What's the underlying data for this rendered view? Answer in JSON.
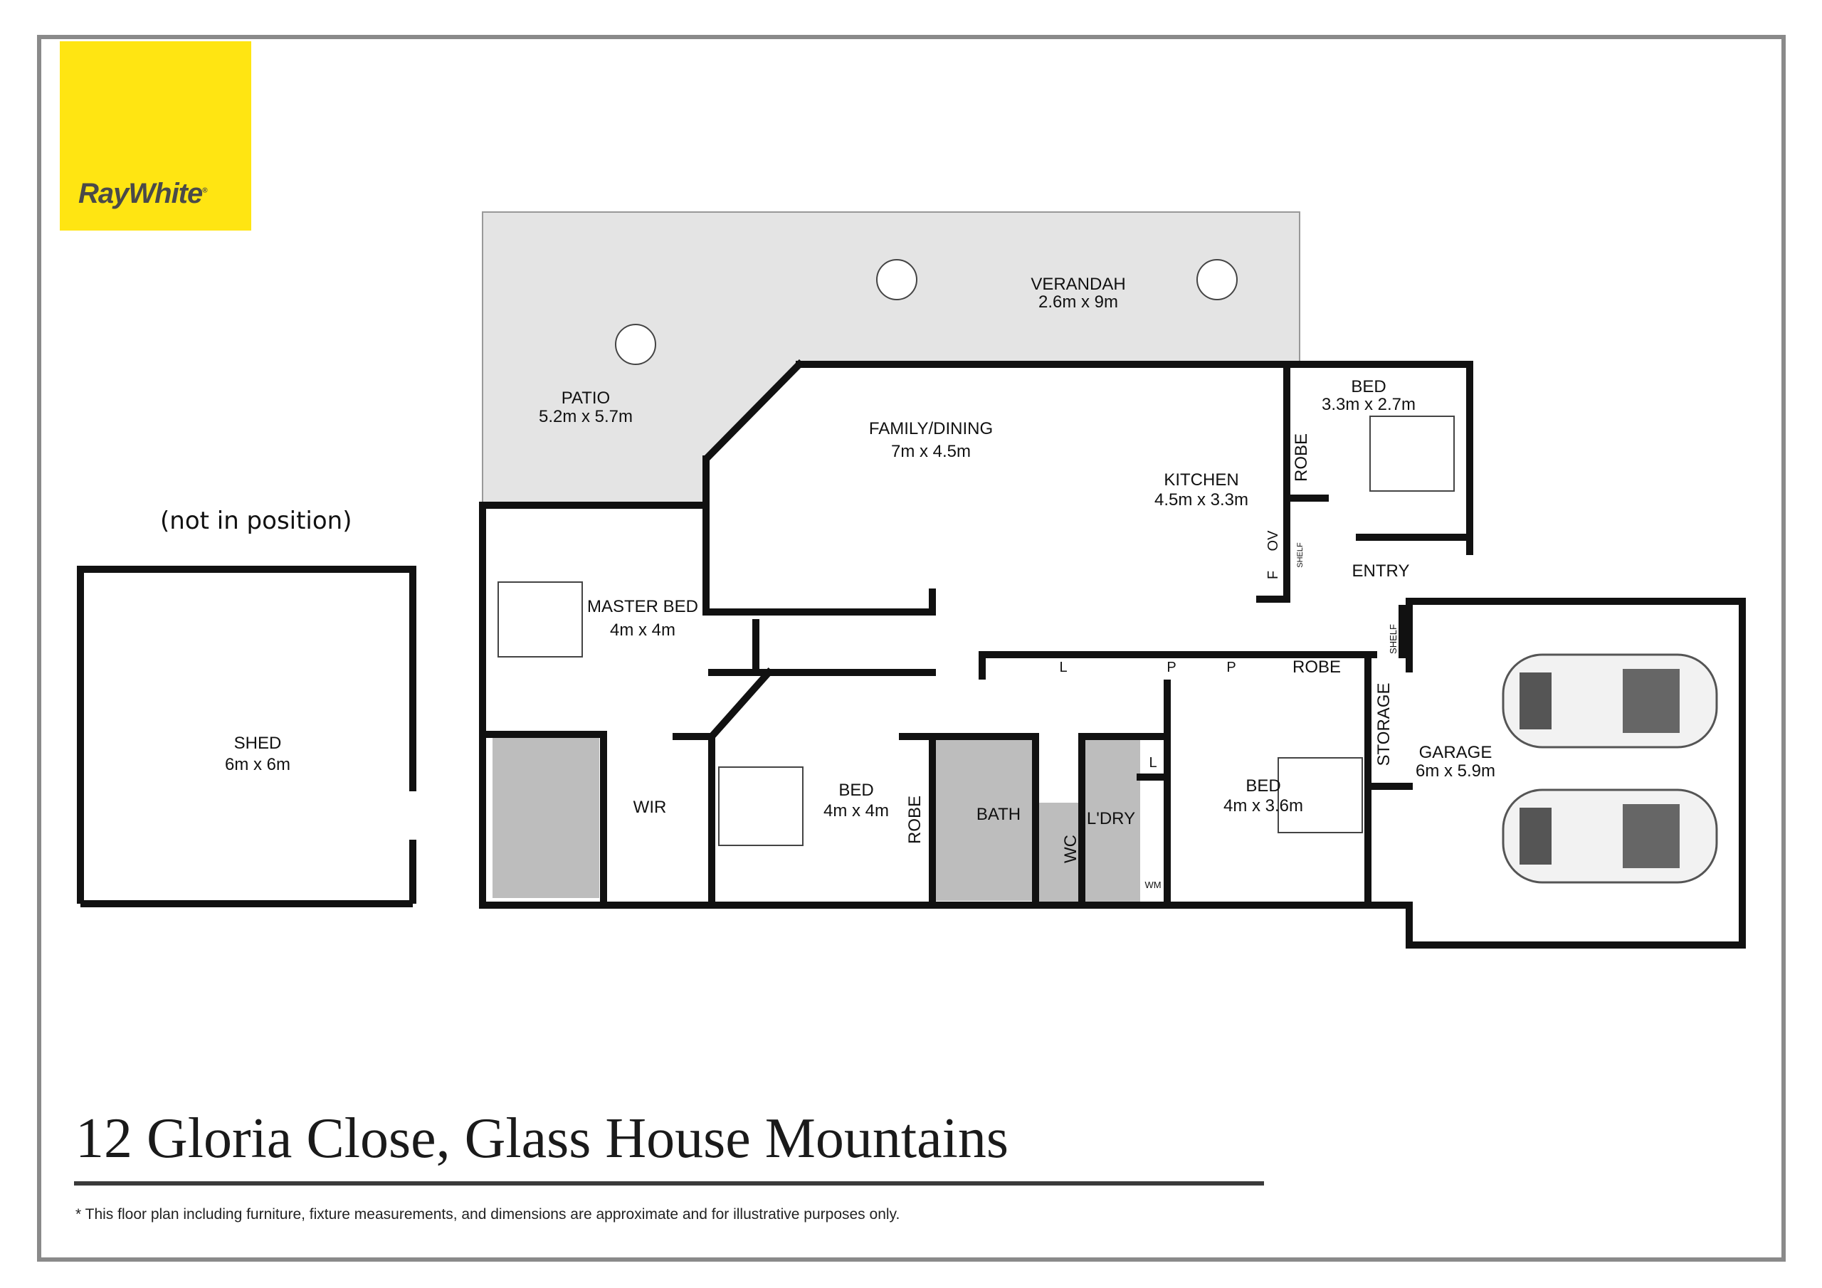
{
  "brand": {
    "logo_text": "RayWhite",
    "logo_mark": "®",
    "logo_color": "#ffe512"
  },
  "title": "12 Gloria Close, Glass House Mountains",
  "disclaimer": "* This floor plan including furniture, fixture measurements, and dimensions are approximate and for illustrative purposes only.",
  "shed_note": "(not in position)",
  "rooms": {
    "verandah": {
      "name": "VERANDAH",
      "dims": "2.6m x 9m"
    },
    "patio": {
      "name": "PATIO",
      "dims": "5.2m x 5.7m"
    },
    "family_dining": {
      "name": "FAMILY/DINING",
      "dims": "7m x 4.5m"
    },
    "kitchen": {
      "name": "KITCHEN",
      "dims": "4.5m x 3.3m"
    },
    "bed_front": {
      "name": "BED",
      "dims": "3.3m x 2.7m"
    },
    "master_bed": {
      "name": "MASTER BED",
      "dims": "4m x 4m"
    },
    "shed": {
      "name": "SHED",
      "dims": "6m x 6m"
    },
    "bed_middle": {
      "name": "BED",
      "dims": "4m x 4m"
    },
    "bed_right": {
      "name": "BED",
      "dims": "4m x 3.6m"
    },
    "garage": {
      "name": "GARAGE",
      "dims": "6m x 5.9m"
    }
  },
  "labels": {
    "entry": "ENTRY",
    "robe": "ROBE",
    "wir": "WIR",
    "bath": "BATH",
    "wc": "WC",
    "laundry": "L'DRY",
    "storage": "STORAGE",
    "shelf": "SHELF",
    "oven": "OV",
    "fridge": "F",
    "linen": "L",
    "pantry": "P",
    "washing_machine": "WM"
  },
  "colors": {
    "wall": "#111111",
    "outdoor": "#e4e4e4",
    "wet_area": "#bdbdbd",
    "frame": "#8a8a8a"
  }
}
